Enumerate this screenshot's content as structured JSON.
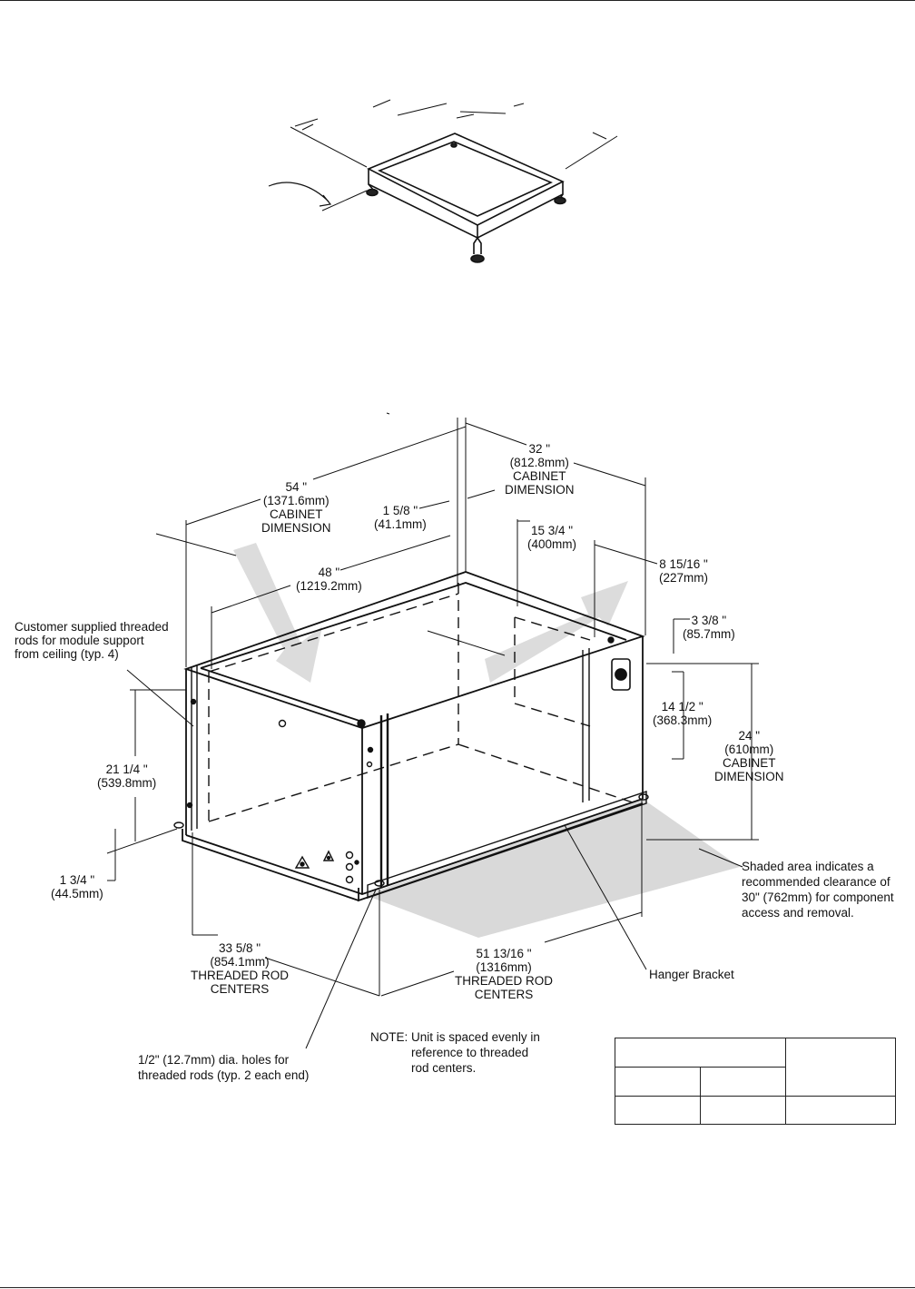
{
  "dims": {
    "cab54": {
      "value": "54 \"",
      "mm": "(1371.6mm)",
      "l1": "CABINET",
      "l2": "DIMENSION"
    },
    "cab32": {
      "value": "32 \"",
      "mm": "(812.8mm)",
      "l1": "CABINET",
      "l2": "DIMENSION"
    },
    "d158": {
      "value": "1 5/8 \"",
      "mm": "(41.1mm)"
    },
    "d48": {
      "value": "48 \"",
      "mm": "(1219.2mm)"
    },
    "d1534": {
      "value": "15 3/4 \"",
      "mm": "(400mm)"
    },
    "d81516": {
      "value": "8 15/16 \"",
      "mm": "(227mm)"
    },
    "d338": {
      "value": "3 3/8 \"",
      "mm": "(85.7mm)"
    },
    "d1412": {
      "value": "14 1/2 \"",
      "mm": "(368.3mm)"
    },
    "cab24": {
      "value": "24 \"",
      "mm": "(610mm)",
      "l1": "CABINET",
      "l2": "DIMENSION"
    },
    "d2114": {
      "value": "21 1/4 \"",
      "mm": "(539.8mm)"
    },
    "d134": {
      "value": "1 3/4 \"",
      "mm": "(44.5mm)"
    },
    "d3358": {
      "value": "33 5/8 \"",
      "mm": "(854.1mm)",
      "l1": "THREADED ROD",
      "l2": "CENTERS"
    },
    "d511316": {
      "value": "51 13/16 \"",
      "mm": "(1316mm)",
      "l1": "THREADED ROD",
      "l2": "CENTERS"
    }
  },
  "callouts": {
    "rods": [
      "Customer supplied threaded",
      "rods for module support",
      "from ceiling (typ. 4)"
    ],
    "shaded": [
      "Shaded area indicates a",
      "recommended clearance of",
      "30\" (762mm) for component",
      "access and removal."
    ],
    "hanger": "Hanger Bracket",
    "holes": [
      "1/2\" (12.7mm) dia. holes for",
      "threaded rods (typ. 2 each end)"
    ]
  },
  "note": {
    "prefix": "NOTE:",
    "lines": [
      "Unit is spaced evenly in",
      "reference to threaded",
      "rod centers."
    ]
  },
  "colors": {
    "line": "#111111",
    "shade": "#d9d9d9",
    "arrow": "#dcdcdc"
  }
}
